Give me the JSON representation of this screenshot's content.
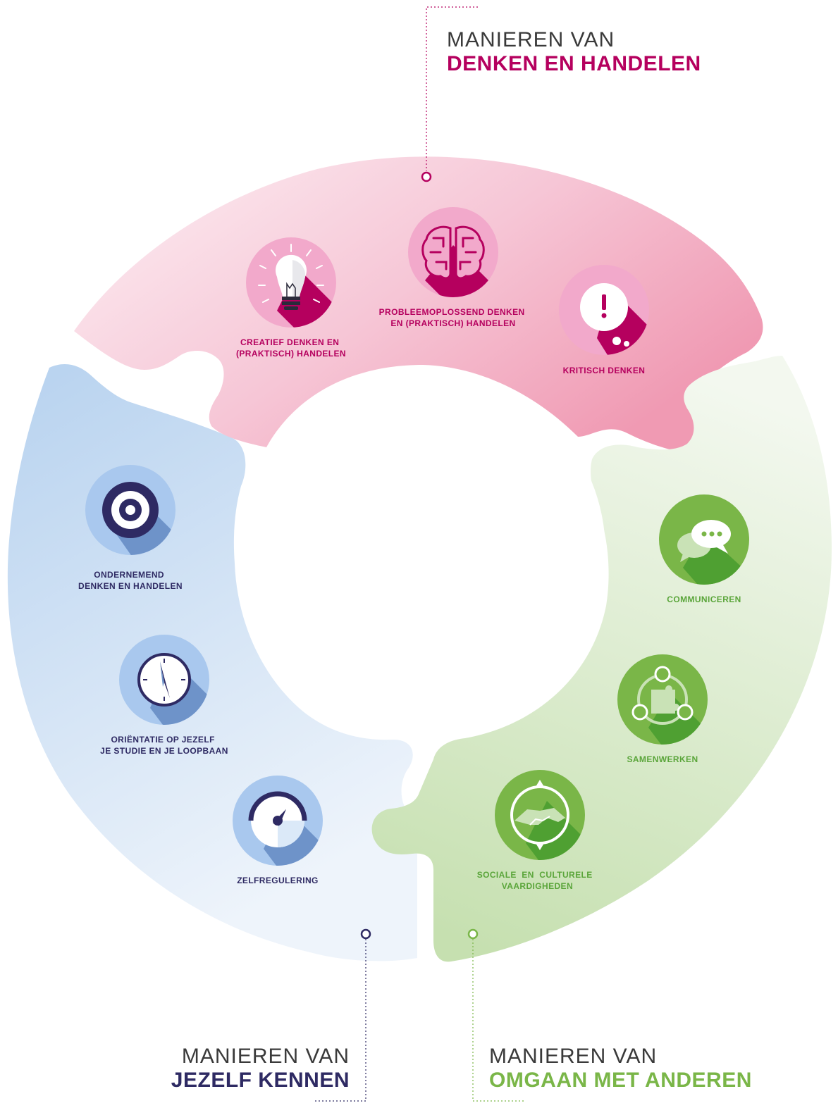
{
  "colors": {
    "pink": "#b5005e",
    "pink_light": "#f4a6c6",
    "blue_dark": "#2e2a63",
    "blue_mid": "#6e93c9",
    "blue_light": "#a9c8ee",
    "green": "#7ab648",
    "green_dark": "#5aa53a",
    "green_light": "#c9e2b6"
  },
  "sections": {
    "denken": {
      "heading_top": "MANIEREN VAN",
      "heading_bottom": "DENKEN EN HANDELEN",
      "items": [
        {
          "icon": "lightbulb-icon",
          "lines": [
            "CREATIEF DENKEN EN",
            "(PRAKTISCH) HANDELEN"
          ]
        },
        {
          "icon": "brain-icon",
          "lines": [
            "PROBLEEMOPLOSSEND DENKEN",
            "EN (PRAKTISCH) HANDELEN"
          ]
        },
        {
          "icon": "exclamation-bubble-icon",
          "lines": [
            "KRITISCH DENKEN"
          ]
        }
      ]
    },
    "jezelf": {
      "heading_top": "MANIEREN VAN",
      "heading_bottom": "JEZELF KENNEN",
      "items": [
        {
          "icon": "target-icon",
          "lines": [
            "ONDERNEMEND",
            "DENKEN EN HANDELEN"
          ]
        },
        {
          "icon": "compass-icon",
          "lines": [
            "ORIËNTATIE OP JEZELF",
            "JE STUDIE EN JE LOOPBAAN"
          ]
        },
        {
          "icon": "gauge-icon",
          "lines": [
            "ZELFREGULERING"
          ]
        }
      ]
    },
    "anderen": {
      "heading_top": "MANIEREN VAN",
      "heading_bottom": "OMGAAN MET ANDEREN",
      "items": [
        {
          "icon": "chat-bubbles-icon",
          "lines": [
            "COMMUNICEREN"
          ]
        },
        {
          "icon": "puzzle-people-icon",
          "lines": [
            "SAMENWERKEN"
          ]
        },
        {
          "icon": "handshake-icon",
          "lines": [
            "SOCIALE  EN  CULTURELE",
            "VAARDIGHEDEN"
          ]
        }
      ]
    }
  }
}
